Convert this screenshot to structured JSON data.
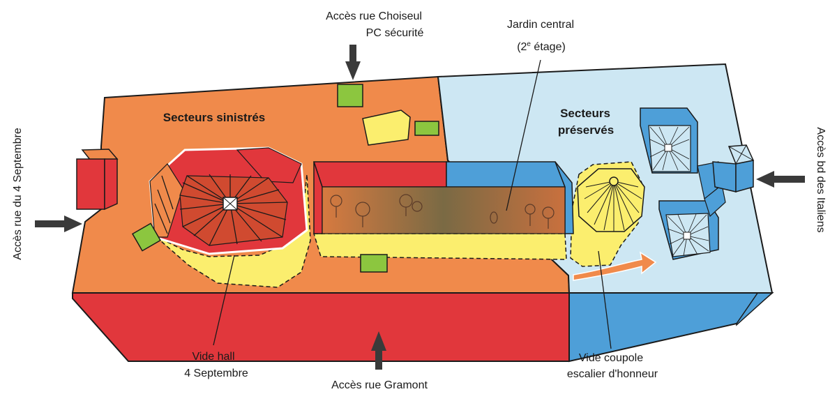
{
  "labels": {
    "access_choiseul": "Accès rue Choiseul",
    "pc_securite": "PC sécurité",
    "jardin_central": "Jardin central",
    "jardin_floor_open": "(2",
    "jardin_floor_sup": "e",
    "jardin_floor_close": " étage)",
    "secteurs_sinistres": "Secteurs sinistrés",
    "secteurs_preserves_1": "Secteurs",
    "secteurs_preserves_2": "préservés",
    "access_4_septembre": "Accès rue du 4 Septembre",
    "access_italiens": "Accès bd des Italiens",
    "vide_hall_1": "Vide hall",
    "vide_hall_2": "4 Septembre",
    "access_gramont": "Accès rue Gramont",
    "vide_coupole_1": "Vide coupole",
    "vide_coupole_2": "escalier d'honneur"
  },
  "colors": {
    "damaged_top": "#f08a4b",
    "damaged_side": "#e1373c",
    "preserved_top": "#cde7f3",
    "preserved_side": "#4e9fd8",
    "yellow": "#fbee6e",
    "green": "#8cc63f",
    "arrow": "#3a3a3a"
  }
}
